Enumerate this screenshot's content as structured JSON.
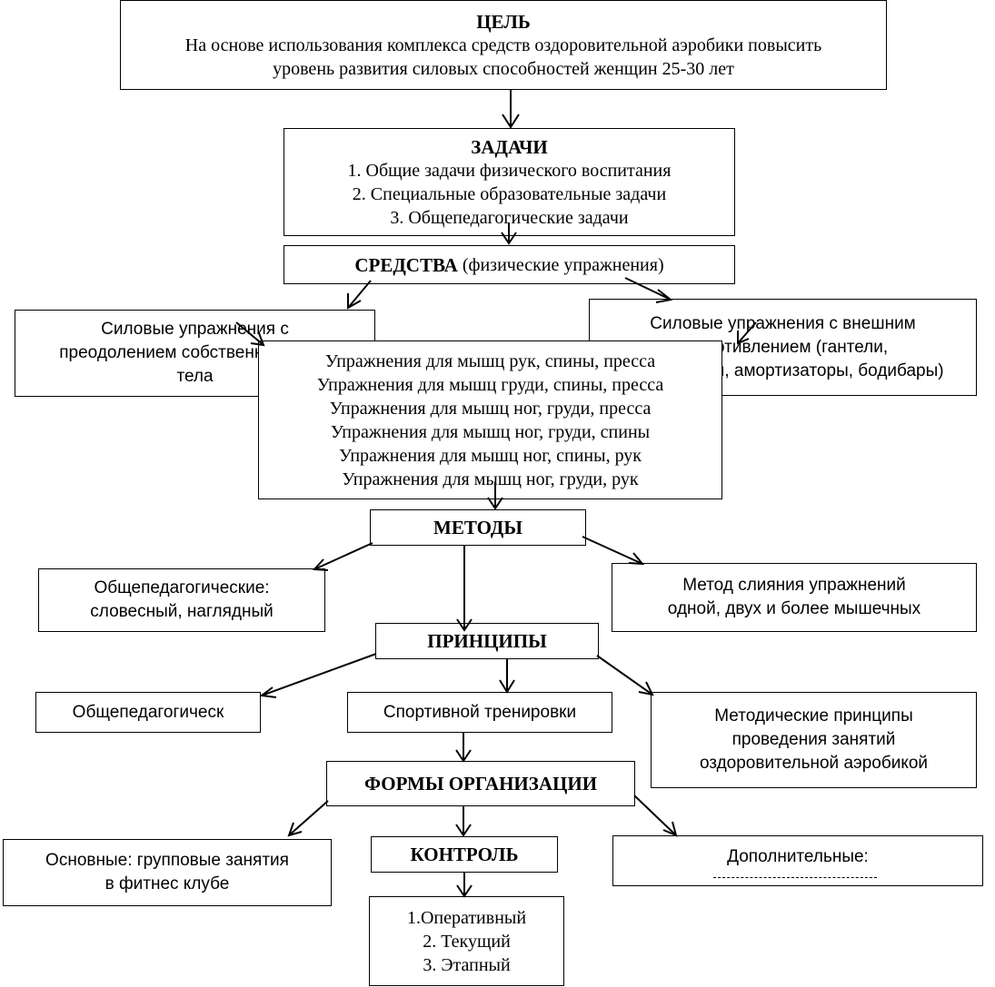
{
  "goal": {
    "title": "ЦЕЛЬ",
    "lines": [
      "На основе использования комплекса средств оздоровительной аэробики повысить",
      "уровень развития силовых способностей женщин 25-30 лет"
    ]
  },
  "tasks": {
    "title": "ЗАДАЧИ",
    "items": [
      "1. Общие задачи физического воспитания",
      "2. Специальные образовательные задачи",
      "3. Общепедагогические задачи"
    ]
  },
  "means": {
    "title": "СРЕДСТВА",
    "subtitle": "(физические упражнения)"
  },
  "means_left": {
    "lines": [
      "Силовые упражнения с",
      "преодолением собственного веса",
      "тела"
    ]
  },
  "means_right": {
    "lines": [
      "Силовые упражнения с внешним",
      "сопротивлением (гантели,",
      "утяжелители, амортизаторы, бодибары)"
    ]
  },
  "exercises": {
    "items": [
      "Упражнения для мышц рук, спины, пресса",
      "Упражнения для мышц груди, спины, пресса",
      "Упражнения для мышц ног, груди, пресса",
      "Упражнения для мышц ног, груди, спины",
      "Упражнения для мышц ног, спины, рук",
      "Упражнения для мышц ног, груди, рук"
    ]
  },
  "methods": {
    "title": "МЕТОДЫ"
  },
  "methods_left": {
    "lines": [
      "Общепедагогические:",
      "словесный, наглядный"
    ]
  },
  "methods_right": {
    "lines": [
      "Метод слияния упражнений",
      "одной, двух и более мышечных"
    ]
  },
  "principles": {
    "title": "ПРИНЦИПЫ"
  },
  "principles_left": {
    "text": "Общепедагогическ"
  },
  "principles_center": {
    "text": "Спортивной тренировки"
  },
  "principles_right": {
    "lines": [
      "Методические принципы",
      "проведения занятий",
      "оздоровительной аэробикой"
    ]
  },
  "forms": {
    "title": "ФОРМЫ ОРГАНИЗАЦИИ"
  },
  "forms_left": {
    "lines": [
      "Основные: групповые занятия",
      "в фитнес клубе"
    ]
  },
  "forms_right": {
    "text": "Дополнительные:"
  },
  "control": {
    "title": "КОНТРОЛЬ"
  },
  "control_items": {
    "items": [
      "1.Оперативный",
      "2. Текущий",
      "3. Этапный"
    ]
  }
}
